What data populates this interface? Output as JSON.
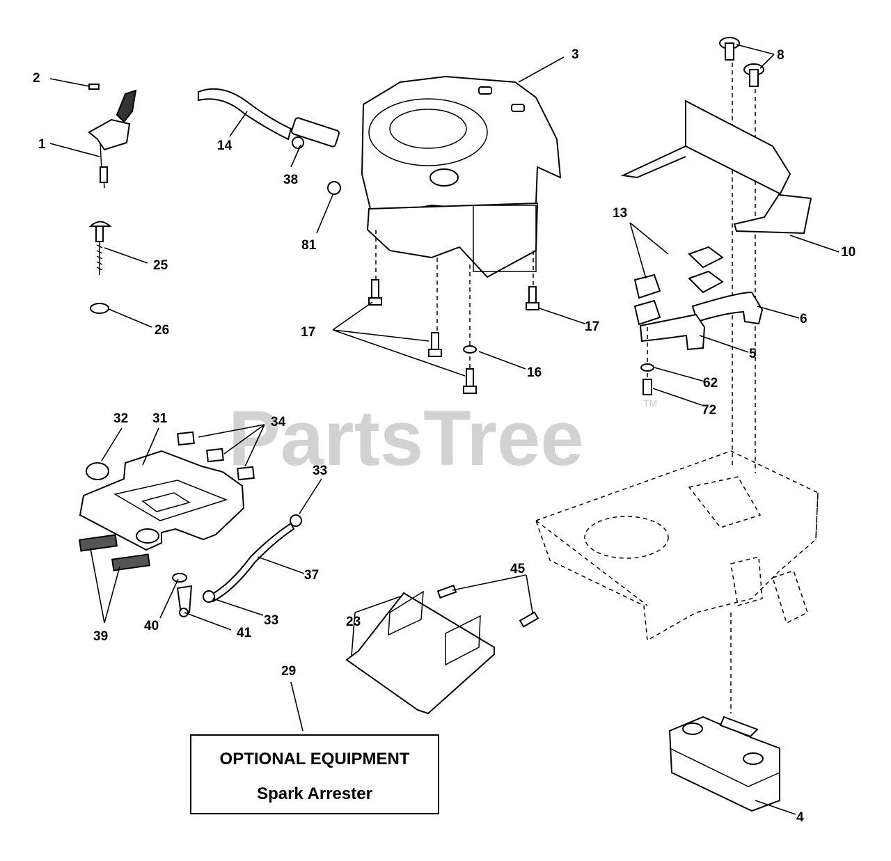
{
  "watermark": {
    "text": "PartsTree",
    "trademark": "TM"
  },
  "callouts": {
    "c1": "1",
    "c2": "2",
    "c3": "3",
    "c4": "4",
    "c5": "5",
    "c6": "6",
    "c8": "8",
    "c10": "10",
    "c13": "13",
    "c14": "14",
    "c16": "16",
    "c17a": "17",
    "c17b": "17",
    "c23": "23",
    "c25": "25",
    "c26": "26",
    "c29": "29",
    "c31": "31",
    "c32": "32",
    "c33a": "33",
    "c33b": "33",
    "c34": "34",
    "c37": "37",
    "c38": "38",
    "c39": "39",
    "c40": "40",
    "c41": "41",
    "c45": "45",
    "c62": "62",
    "c72": "72",
    "c81": "81"
  },
  "optional_equipment": {
    "heading": "OPTIONAL EQUIPMENT",
    "item": "Spark Arrester"
  }
}
